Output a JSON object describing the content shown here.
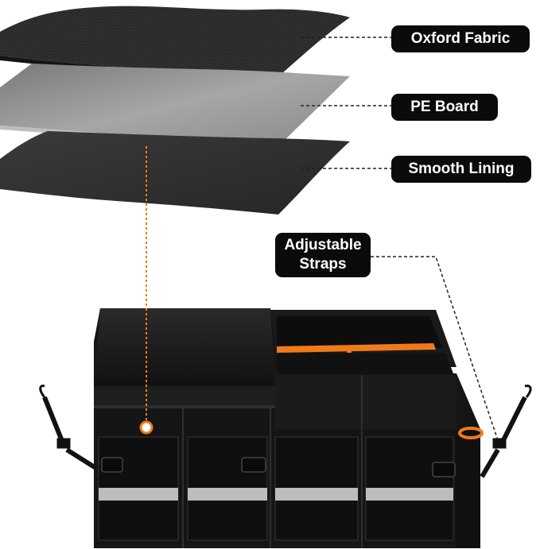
{
  "labels": {
    "oxford_fabric": "Oxford Fabric",
    "pe_board": "PE Board",
    "smooth_lining": "Smooth Lining",
    "adjustable_straps": "Adjustable\nStraps"
  },
  "colors": {
    "accent": "#f07a1a",
    "label_bg": "#0b0b0b",
    "label_text": "#ffffff",
    "fabric": "#2a2a2a",
    "board": "#8e8e8e",
    "lining": "#333333",
    "reflective": "#bdbdbd"
  }
}
